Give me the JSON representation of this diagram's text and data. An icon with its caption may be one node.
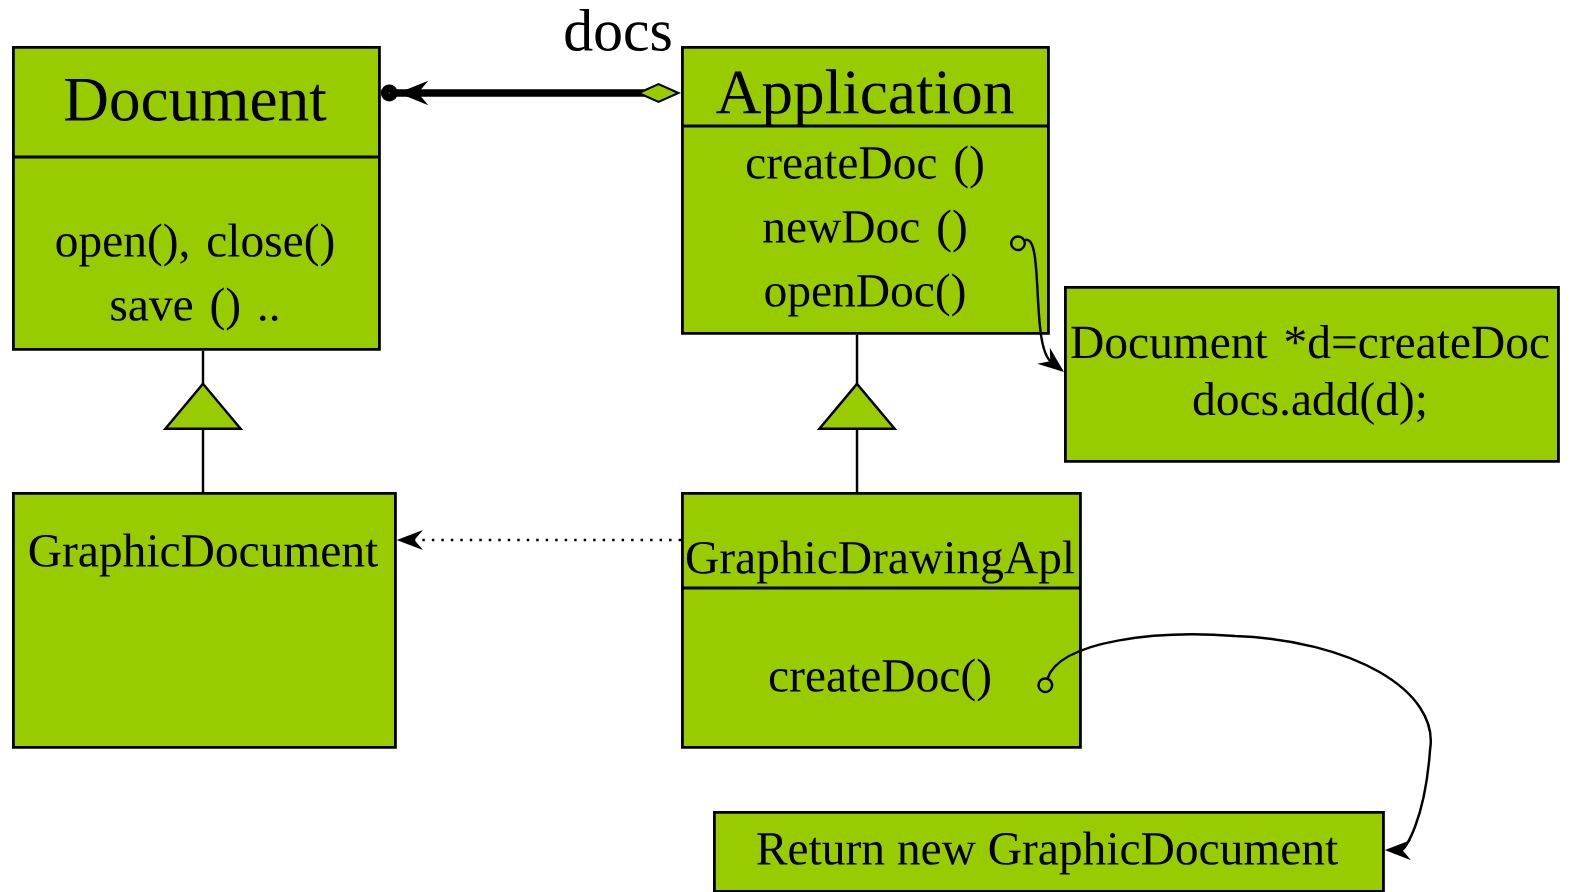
{
  "diagram": {
    "nodes": [
      {
        "text": [
          "Document",
          "open(), close() save () .."
        ]
      },
      {
        "text": [
          "Application",
          "createDoc () newDoc () openDoc()"
        ]
      },
      {
        "text": [
          "Document *d=createDoc docs.add(d);"
        ]
      },
      {
        "text": [
          "GraphicDocument"
        ]
      },
      {
        "text": [
          "GraphicDrawingApl",
          "createDoc()"
        ]
      },
      {
        "text": [
          "Return new GraphicDocument"
        ]
      }
    ],
    "edges": [
      {
        "from": 1,
        "to": 0,
        "arrow": "to",
        "label": "docs",
        "style": "thick"
      },
      {
        "from": 3,
        "to": 0,
        "arrow": "to"
      },
      {
        "from": 4,
        "to": 1,
        "arrow": "to"
      },
      {
        "from": 4,
        "to": 3,
        "arrow": "to",
        "style": "dashed"
      },
      {
        "from": 1,
        "to": 2,
        "arrow": "to"
      },
      {
        "from": 4,
        "to": 5,
        "arrow": "to"
      }
    ]
  }
}
